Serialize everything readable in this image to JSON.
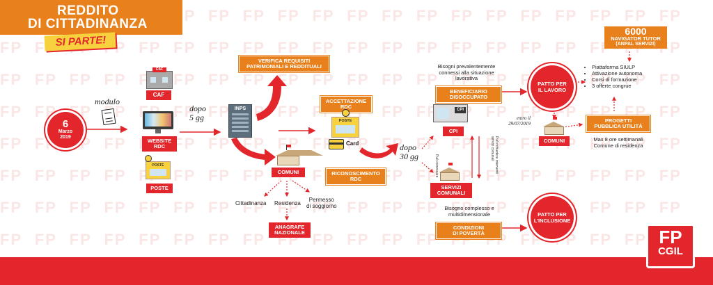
{
  "background": {
    "watermark": "FP FP FP FP FP FP FP FP FP FP FP FP FP FP FP FP FP FP FP FP FP FP FP FP FP FP FP FP FP FP FP FP FP FP FP FP FP FP FP FP FP FP FP FP FP FP FP FP FP FP FP FP FP FP FP FP FP FP FP FP FP FP FP FP FP FP FP FP FP FP FP FP FP FP FP FP FP FP FP FP FP FP FP FP FP FP FP FP FP FP FP FP FP FP FP FP FP FP FP FP FP FP FP FP FP FP FP FP FP FP FP FP FP FP FP FP FP FP FP FP FP FP FP FP FP FP FP FP FP FP FP FP FP FP FP FP FP FP FP FP FP FP FP FP FP FP FP FP FP FP FP FP FP FP FP FP FP FP FP FP FP FP FP FP FP FP FP FP FP FP FP FP FP FP FP FP FP FP FP FP FP FP FP FP FP FP FP FP FP FP FP FP FP FP FP FP FP FP FP FP FP FP FP FP FP FP FP FP FP FP FP FP FP FP FP FP FP FP FP FP FP FP FP FP FP FP FP FP"
  },
  "header": {
    "title_line1": "REDDITO",
    "title_line2": "DI CITTADINANZA",
    "subtitle": "SI PARTE!"
  },
  "start": {
    "day": "6",
    "month": "Marzo",
    "year": "2019"
  },
  "modulo": "modulo",
  "channels": {
    "caf": "CAF",
    "caf_sign": "CAF",
    "website": "WEBSITE\nRDC",
    "poste": "POSTE",
    "poste_sign": "POSTE"
  },
  "dopo5": "dopo\n5 gg",
  "inps": "INPS",
  "verifica": "VERIFICA REQUISITI\nPATRIMONIALI E REDDITUALI",
  "comuni_left": "COMUNI",
  "checks": {
    "cittadinanza": "Cittadinanza",
    "residenza": "Residenza",
    "permesso": "Permesso\ndi soggiorno"
  },
  "anagrafe": "ANAGRAFE\nNAZIONALE",
  "accettazione": "ACCETTAZIONE\nRDC",
  "poste_mid": "POSTE",
  "card": "Card",
  "riconoscimento": "RICONOSCIMENTO\nRDC",
  "dopo30": "dopo\n30 gg",
  "cpi": {
    "sign": "CPI",
    "label": "CPI"
  },
  "servizi": "SERVIZI\nCOMUNALI",
  "vertical_left": "Può convocare",
  "vertical_right": "Può richiedere interventi\nservizi comunali",
  "bisogni": "Bisogni prevalentemente\nconnessi alla situazione\nlavorativa",
  "beneficiario": "BENEFICIARIO\nDISOCCUPATO",
  "bisogno_complesso": "Bisogno complesso e\nmultidimensionale",
  "condizioni": "CONDIZIONI\nDI POVERTÀ",
  "patto_lavoro": "PATTO PER\nIL LAVORO",
  "patto_inclusione": "PATTO PER\nL'INCLUSIONE",
  "entro": "entro il\n29/07/2019",
  "comuni_right": "COMUNI",
  "navigator": {
    "count": "6000",
    "line": "NAVIGATOR TUTOR",
    "sub": "(ANPAL SERVIZI)"
  },
  "services": [
    "Piattaforma SIULP",
    "Attivazione autonoma",
    "Corsi di formazione",
    "3 offerte congrue"
  ],
  "progetti": "PROGETTI\nPUBBLICA UTILITÀ",
  "max": "Max 8 ore settimanali\nComune di residenza",
  "logo": {
    "fp": "FP",
    "cgil": "CGIL"
  },
  "colors": {
    "orange": "#e8801c",
    "red": "#e2262b",
    "footer": "#e2262b"
  }
}
